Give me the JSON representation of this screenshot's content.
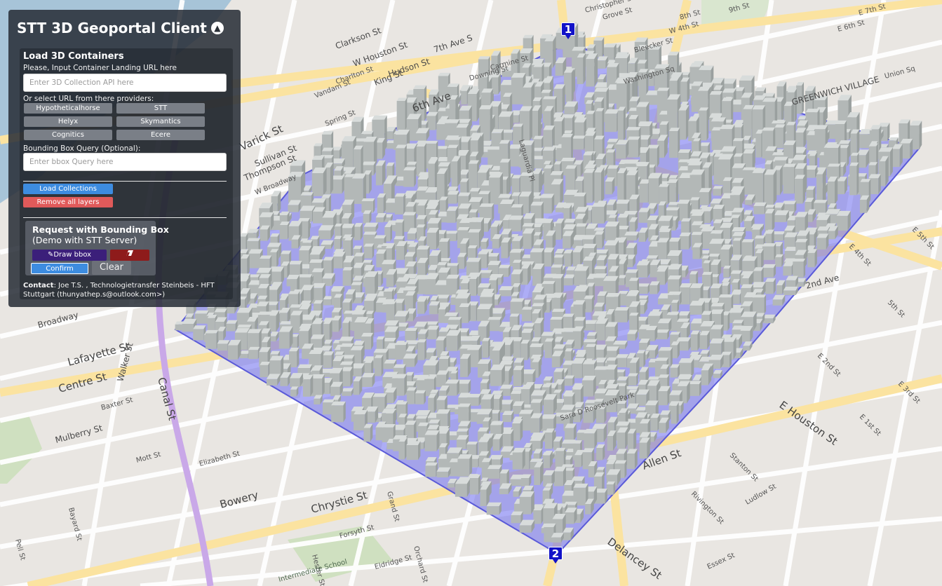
{
  "app": {
    "title": "STT 3D Geoportal Client"
  },
  "load_containers": {
    "title": "Load 3D Containers",
    "url_prompt": "Please, Input Container Landing URL here",
    "url_placeholder": "Enter 3D Collection API here",
    "providers_prompt": "Or select URL from there providers:",
    "providers": [
      {
        "label": "Hypotheticalhorse"
      },
      {
        "label": "STT"
      },
      {
        "label": "Helyx"
      },
      {
        "label": "Skymantics"
      },
      {
        "label": "Cognitics"
      },
      {
        "label": "Ecere"
      }
    ],
    "bbox_prompt": "Bounding Box Query (Optional):",
    "bbox_placeholder": "Enter bbox Query here",
    "load_collections_label": "Load Collections",
    "remove_layers_label": "Remove all layers"
  },
  "bbox_request": {
    "title": "Request with Bounding Box",
    "subtitle": "(Demo with STT Server)",
    "draw_label": "Draw bbox",
    "confirm_label": "Confirm",
    "clear_label": "Clear"
  },
  "contact": {
    "label": "Contact",
    "text": ": Joe T.S. , Technologietransfer Steinbeis - HFT Stuttgart (thunyathep.s@outlook.com>)"
  },
  "markers": [
    {
      "label": "1"
    },
    {
      "label": "2"
    }
  ],
  "colors": {
    "panel_bg": "#262c36",
    "load_btn": "#3d8ce0",
    "remove_btn": "#e05a5a",
    "draw_btn": "#3b1f7a",
    "erase_btn": "#8e1b1b",
    "bbox_fill": "#6b6bf0",
    "marker": "#1212c8",
    "road_major": "#fbe3a0",
    "road_minor": "#ffffff",
    "park": "#cfe0c0",
    "transit": "#c9a8e8"
  },
  "map": {
    "streets": [
      "Clarkson St",
      "W Houston St",
      "Hudson St",
      "Varick St",
      "7th Ave S",
      "Carmine St",
      "Downing St",
      "King St",
      "Charlton St",
      "Vandam St",
      "6th Ave",
      "Spring St",
      "Sullivan St",
      "Thompson St",
      "W Broadway",
      "Broadway",
      "Canal St",
      "Centre St",
      "Lafayette St",
      "Walker St",
      "Baxter St",
      "Mulberry St",
      "Mott St",
      "Elizabeth St",
      "Bowery",
      "Chrystie St",
      "Forsyth St",
      "Eldridge St",
      "Allen St",
      "Delancey St",
      "E Houston St",
      "Stanton St",
      "Rivington St",
      "Ludlow St",
      "Essex St",
      "2nd Ave",
      "E 2nd St",
      "E 3rd St",
      "E 1st St",
      "Union Sq",
      "5th St",
      "Washington Sq",
      "Laguardia Pl",
      "Grove St",
      "Christopher St",
      "Bleecker St",
      "Pell St",
      "Bayard St",
      "Grand St",
      "Hester St",
      "Orchard St",
      "Sara D Roosevelt Park",
      "GREENWICH VILLAGE",
      "W 4th St",
      "E 4th St",
      "E 5th St",
      "E 6th St",
      "E 7th St",
      "8th St",
      "9th St",
      "Intermediate School"
    ]
  }
}
